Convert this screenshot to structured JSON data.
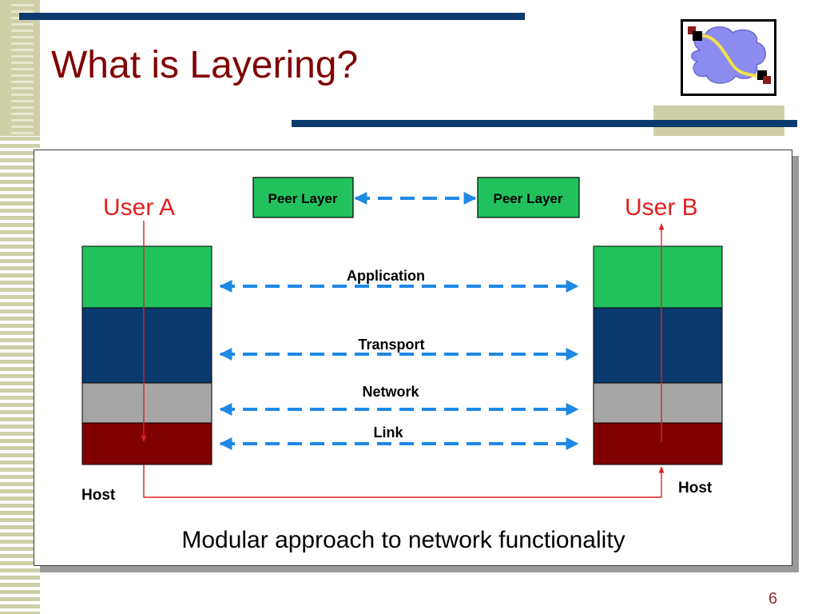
{
  "slide": {
    "title": "What is Layering?",
    "page_number": "6"
  },
  "diagram": {
    "peer_layer_left": "Peer Layer",
    "peer_layer_right": "Peer Layer",
    "user_a": "User A",
    "user_b": "User B",
    "host_left": "Host",
    "host_right": "Host",
    "layers": [
      "Application",
      "Transport",
      "Network",
      "Link"
    ],
    "caption": "Modular approach to network functionality"
  },
  "colors": {
    "title": "#800000",
    "bars": "#0b3a6e",
    "stripe": "#cfcfa8",
    "application": "#21c25e",
    "transport": "#0b3a6e",
    "network": "#a6a6a6",
    "link": "#800000",
    "arrow": "#1e88e5",
    "user_text": "#e02020"
  },
  "icons": [
    "network-cloud-icon"
  ]
}
